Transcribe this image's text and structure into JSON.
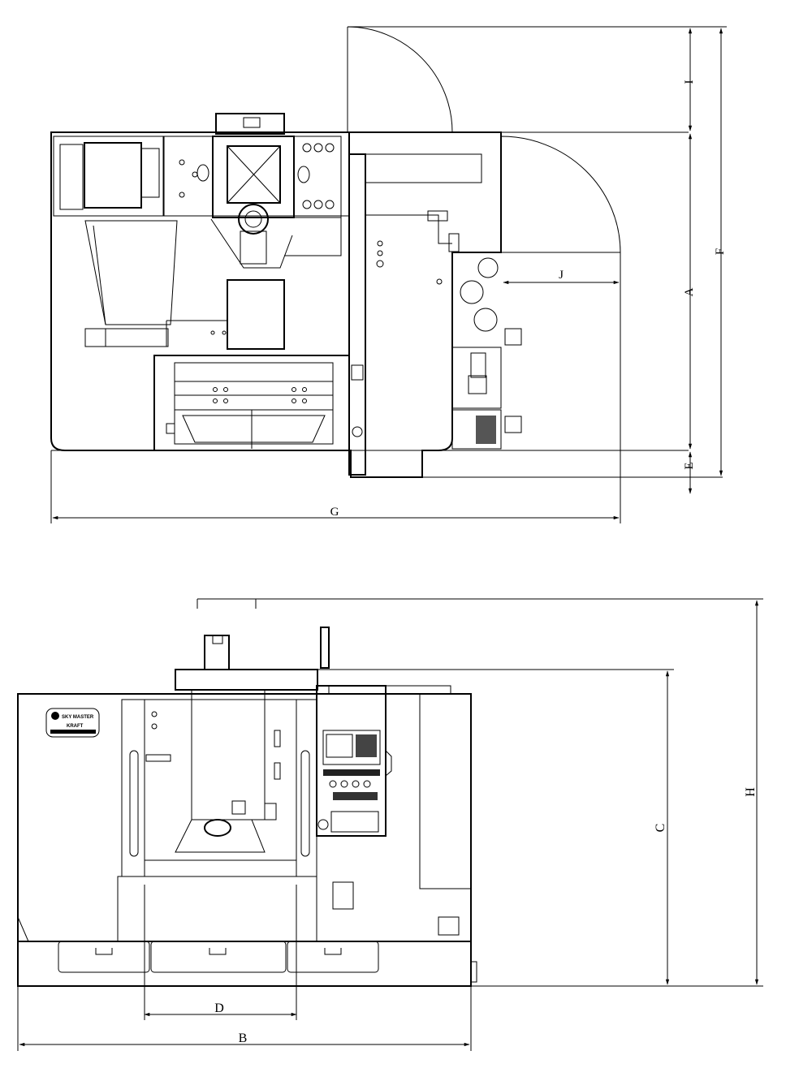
{
  "diagram": {
    "dimension_labels": {
      "A": "A",
      "B": "B",
      "C": "C",
      "D": "D",
      "E": "E",
      "F": "F",
      "G": "G",
      "H": "H",
      "I": "I",
      "J": "J"
    },
    "logo": {
      "brand": "SKY MASTER",
      "sub": "KRAFT"
    }
  }
}
